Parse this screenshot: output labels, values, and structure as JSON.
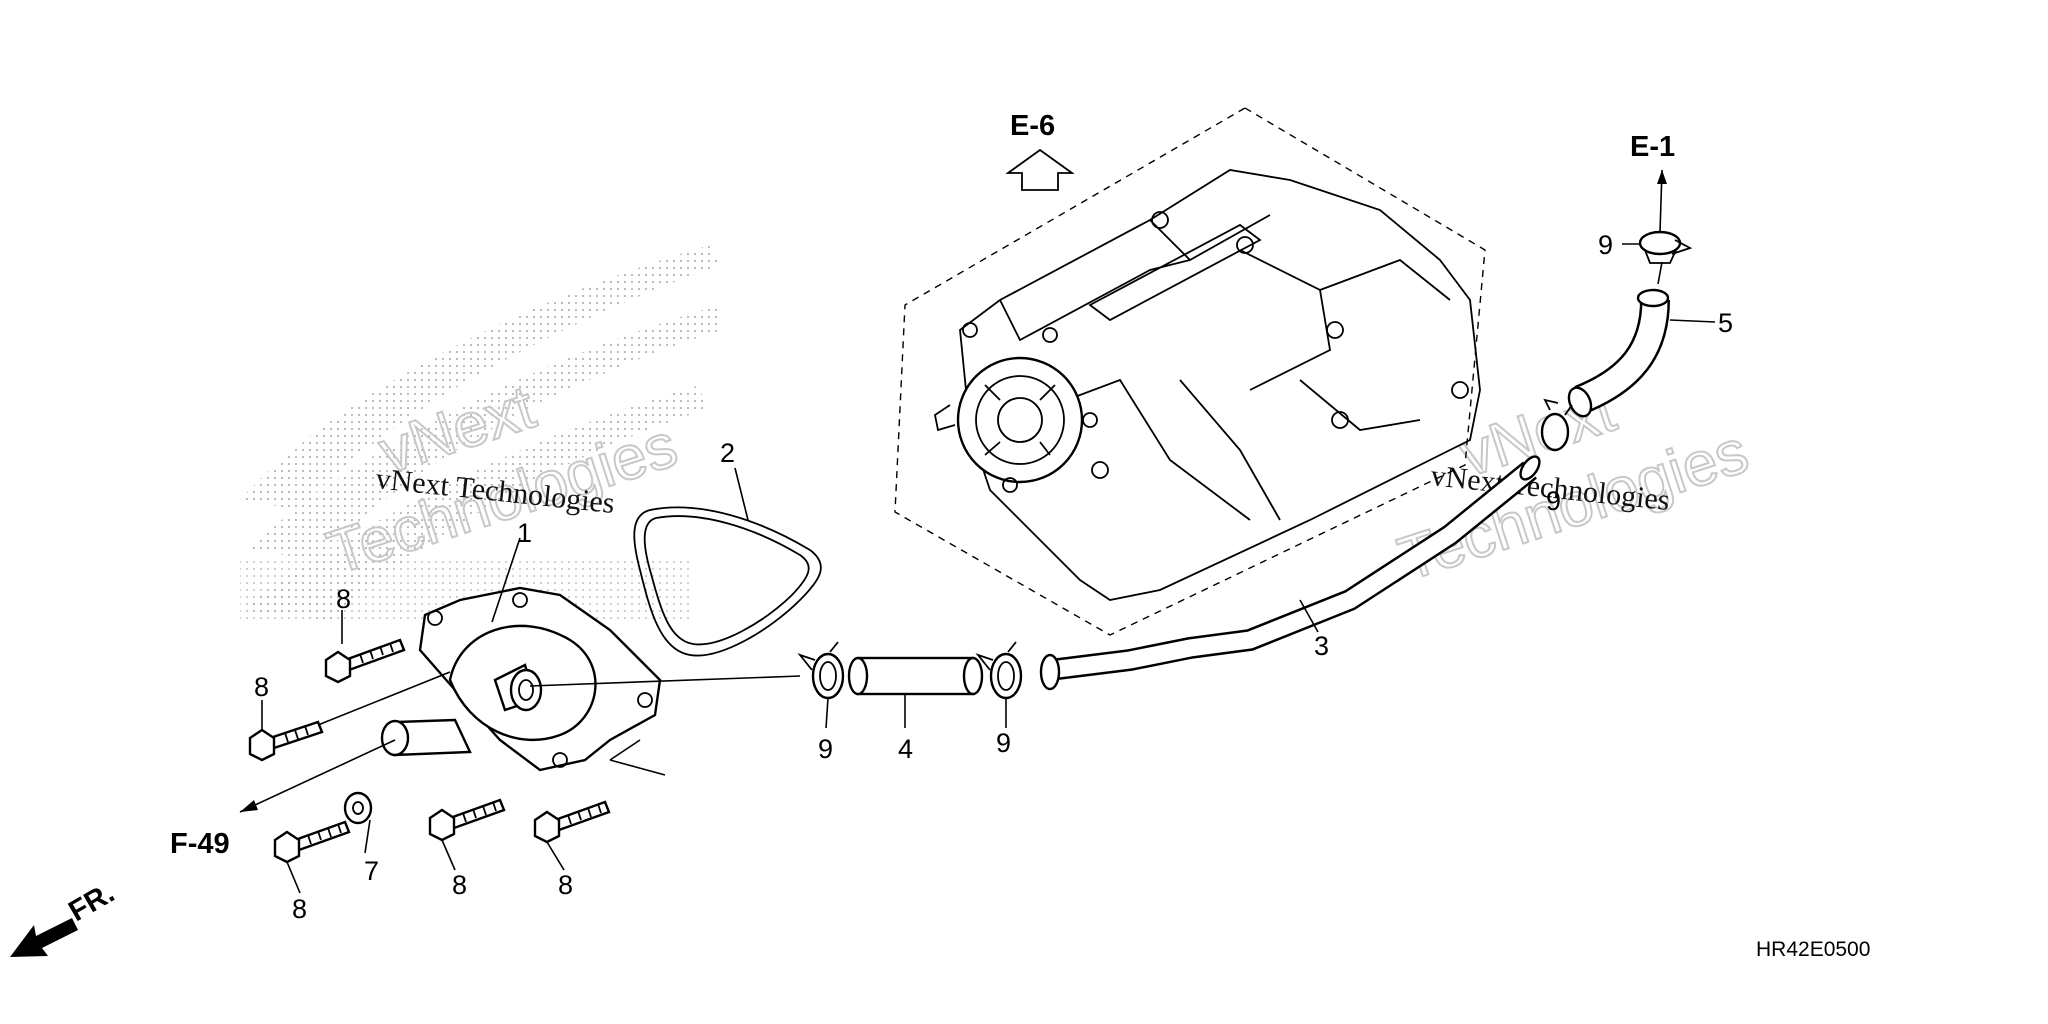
{
  "diagram": {
    "callouts": {
      "c1": "1",
      "c2": "2",
      "c3": "3",
      "c4": "4",
      "c5": "5",
      "c7": "7",
      "c8a": "8",
      "c8b": "8",
      "c8c": "8",
      "c8d": "8",
      "c8e": "8",
      "c9a": "9",
      "c9b": "9",
      "c9c": "9",
      "c9d": "9"
    },
    "references": {
      "e6": "E-6",
      "e1": "E-1",
      "f49": "F-49",
      "fr": "FR."
    },
    "code": "HR42E0500",
    "watermarks": {
      "w1_small": "vNext Technologies",
      "w1_big_a": "vNext",
      "w1_big_b": "Technologies",
      "w2_small": "vNext Technologies",
      "w2_big_a": "vNext",
      "w2_big_b": "Technologies"
    }
  }
}
